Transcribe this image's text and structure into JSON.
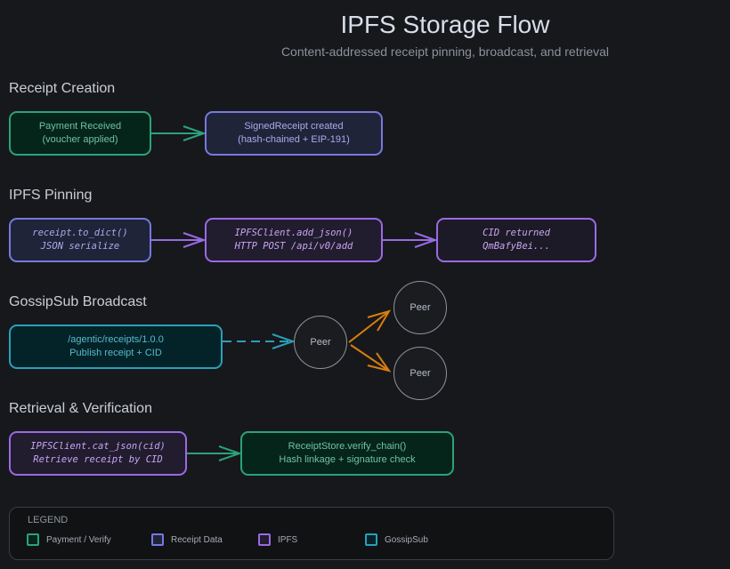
{
  "header": {
    "title": "IPFS Storage Flow",
    "subtitle": "Content-addressed receipt pinning, broadcast, and retrieval"
  },
  "sections": {
    "creation": {
      "label": "Receipt Creation",
      "nodes": [
        {
          "line1": "Payment Received",
          "line2": "(voucher applied)",
          "category": "payment"
        },
        {
          "line1": "SignedReceipt created",
          "line2": "(hash-chained + EIP-191)",
          "category": "receipt"
        }
      ]
    },
    "pinning": {
      "label": "IPFS Pinning",
      "nodes": [
        {
          "line1": "receipt.to_dict()",
          "line2": "JSON serialize",
          "category": "receipt"
        },
        {
          "line1": "IPFSClient.add_json()",
          "line2": "HTTP POST /api/v0/add",
          "category": "ipfs"
        },
        {
          "line1": "CID returned",
          "line2": "QmBafyBei...",
          "category": "ipfs"
        }
      ]
    },
    "gossip": {
      "label": "GossipSub Broadcast",
      "topic_node": {
        "line1": "/agentic/receipts/1.0.0",
        "line2": "Publish receipt + CID",
        "category": "gossip"
      },
      "peers": [
        "Peer",
        "Peer",
        "Peer"
      ]
    },
    "retrieval": {
      "label": "Retrieval & Verification",
      "nodes": [
        {
          "line1": "IPFSClient.cat_json(cid)",
          "line2": "Retrieve receipt by CID",
          "category": "ipfs"
        },
        {
          "line1": "ReceiptStore.verify_chain()",
          "line2": "Hash linkage + signature check",
          "category": "payment"
        }
      ]
    }
  },
  "legend": {
    "title": "LEGEND",
    "items": [
      {
        "label": "Payment / Verify",
        "color": "#2aa37a"
      },
      {
        "label": "Receipt Data",
        "color": "#7779e0"
      },
      {
        "label": "IPFS",
        "color": "#9a6ae6"
      },
      {
        "label": "GossipSub",
        "color": "#2aa0b8"
      }
    ]
  },
  "colors": {
    "background": "#17181b",
    "peer_arrow": "#d97e0f"
  }
}
